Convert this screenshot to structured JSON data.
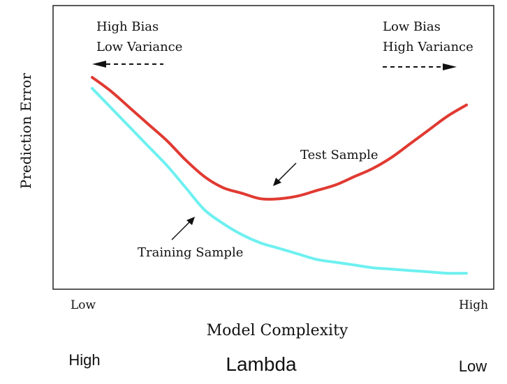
{
  "chart_data": {
    "type": "line",
    "ylabel": "Prediction Error",
    "xlabel": "Model Complexity",
    "x_tick_labels": [
      "Low",
      "High"
    ],
    "regions": {
      "left": {
        "line1": "High Bias",
        "line2": "Low Variance",
        "arrow_direction": "left"
      },
      "right": {
        "line1": "Low Bias",
        "line2": "High Variance",
        "arrow_direction": "right"
      }
    },
    "grid": false,
    "xlim": [
      0,
      1
    ],
    "ylim": [
      0,
      1
    ],
    "series": [
      {
        "name": "Test Sample",
        "color": "#e03a32",
        "x": [
          0.0,
          0.05,
          0.1,
          0.15,
          0.2,
          0.25,
          0.3,
          0.35,
          0.4,
          0.45,
          0.5,
          0.55,
          0.6,
          0.65,
          0.7,
          0.75,
          0.8,
          0.85,
          0.9,
          0.95,
          1.0
        ],
        "y": [
          0.74,
          0.69,
          0.63,
          0.57,
          0.51,
          0.44,
          0.38,
          0.34,
          0.32,
          0.3,
          0.3,
          0.31,
          0.33,
          0.35,
          0.38,
          0.41,
          0.45,
          0.5,
          0.55,
          0.6,
          0.64
        ]
      },
      {
        "name": "Training Sample",
        "color": "#6ef0f0",
        "x": [
          0.0,
          0.05,
          0.1,
          0.15,
          0.2,
          0.25,
          0.3,
          0.35,
          0.4,
          0.45,
          0.5,
          0.55,
          0.6,
          0.65,
          0.7,
          0.75,
          0.8,
          0.85,
          0.9,
          0.95,
          1.0
        ],
        "y": [
          0.7,
          0.63,
          0.56,
          0.49,
          0.42,
          0.34,
          0.26,
          0.21,
          0.17,
          0.14,
          0.12,
          0.1,
          0.08,
          0.07,
          0.06,
          0.05,
          0.045,
          0.04,
          0.035,
          0.03,
          0.03
        ]
      }
    ],
    "annotations": [
      {
        "text": "Test Sample",
        "target_series": "Test Sample"
      },
      {
        "text": "Training Sample",
        "target_series": "Training Sample"
      }
    ]
  },
  "lambda_axis": {
    "left_label": "High",
    "title": "Lambda",
    "right_label": "Low"
  }
}
